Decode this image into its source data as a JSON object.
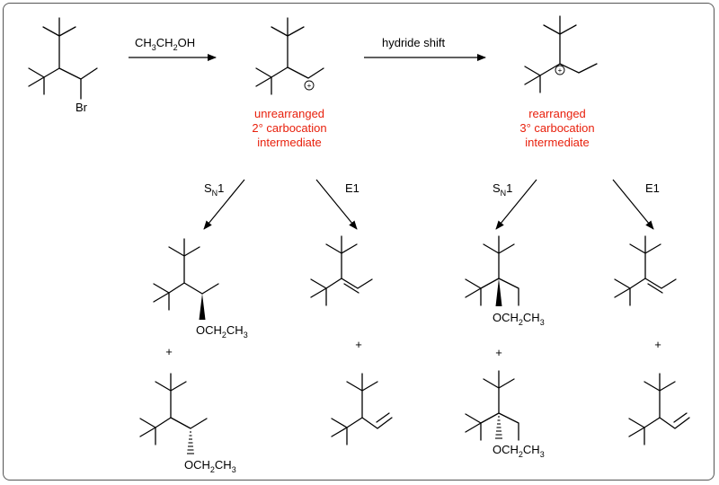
{
  "labels": {
    "br": "Br",
    "reagent": {
      "main": "CH",
      "s1": "3",
      "mid": "CH",
      "s2": "2",
      "end": "OH"
    },
    "hydride_shift": "hydride shift",
    "plus_charge": "+",
    "unrearranged": [
      "unrearranged",
      "2° carbocation",
      "intermediate"
    ],
    "rearranged": [
      "rearranged",
      "3° carbocation",
      "intermediate"
    ],
    "sn1": {
      "main": "S",
      "sub": "N",
      "tail": "1"
    },
    "e1": "E1",
    "plus": "+",
    "ethoxy": {
      "a": "OCH",
      "s1": "2",
      "b": "CH",
      "s2": "3"
    }
  },
  "colors": {
    "highlight": "#e8200c",
    "bond": "#000000",
    "frame": "#555555"
  }
}
